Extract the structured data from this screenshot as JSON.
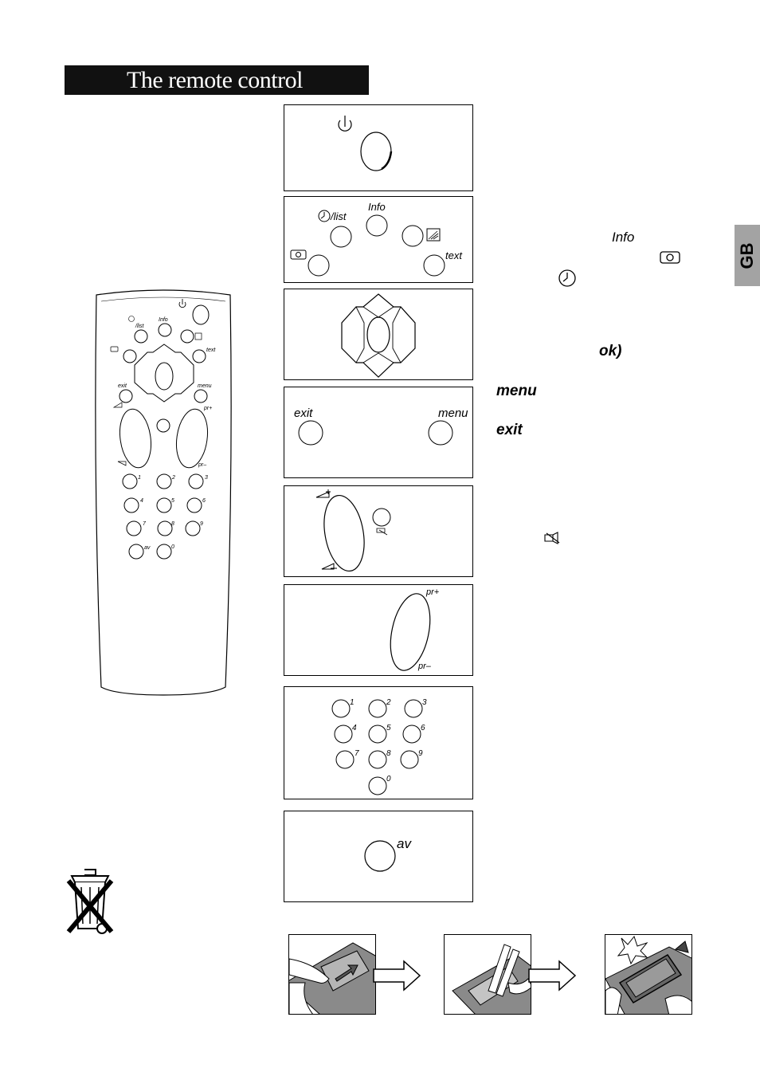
{
  "header": {
    "title": "The remote control"
  },
  "tab": {
    "label": "GB"
  },
  "remote": {
    "info": "Info",
    "list": "/list",
    "text": "text",
    "exit": "exit",
    "menu": "menu",
    "pr_plus": "pr+",
    "pr_minus": "pr–",
    "av": "av",
    "digits": [
      "1",
      "2",
      "3",
      "4",
      "5",
      "6",
      "7",
      "8",
      "9",
      "0"
    ]
  },
  "panels": {
    "p2": {
      "list": "/list",
      "info": "Info",
      "text": "text"
    },
    "p4": {
      "exit": "exit",
      "menu": "menu"
    },
    "p6": {
      "pr_plus": "pr+",
      "pr_minus": "pr–"
    },
    "p7": {
      "digits": [
        "1",
        "2",
        "3",
        "4",
        "5",
        "6",
        "7",
        "8",
        "9",
        "0"
      ]
    },
    "p8": {
      "av": "av"
    }
  },
  "descriptions": {
    "info": "Info",
    "ok": "ok)",
    "menu": "menu",
    "exit": "exit"
  },
  "icons": [
    "power-icon",
    "clock-icon",
    "camera-icon",
    "teletext-mix-icon",
    "volume-icon",
    "mute-icon",
    "recycle-bin-crossed-icon",
    "arrow-right-icon"
  ]
}
